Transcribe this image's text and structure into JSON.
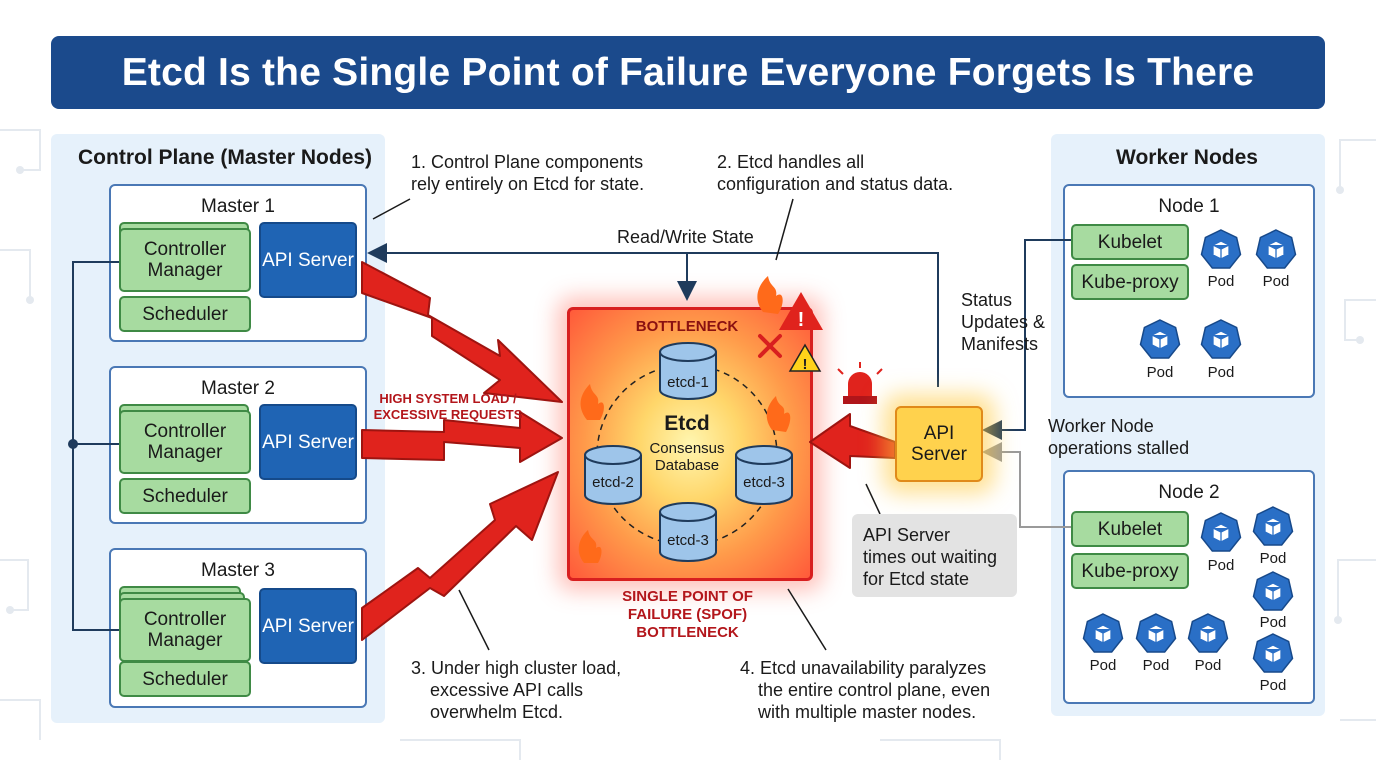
{
  "title": "Etcd Is the Single Point of Failure Everyone Forgets Is There",
  "control_plane": {
    "title": "Control Plane (Master Nodes)",
    "masters": [
      {
        "name": "Master 1",
        "controller": "Controller Manager",
        "scheduler": "Scheduler",
        "api": "API Server"
      },
      {
        "name": "Master 2",
        "controller": "Controller Manager",
        "scheduler": "Scheduler",
        "api": "API Server"
      },
      {
        "name": "Master 3",
        "controller": "Controller Manager",
        "scheduler": "Scheduler",
        "api": "API Server"
      }
    ]
  },
  "annotations": {
    "a1_line1": "1. Control Plane components",
    "a1_line2": "rely entirely on Etcd for state.",
    "a2_line1": "2. Etcd handles all",
    "a2_line2": "configuration and status data.",
    "a3_line1": "3. Under high cluster load,",
    "a3_line2": "excessive API calls",
    "a3_line3": "overwhelm Etcd.",
    "a4_line1": "4. Etcd unavailability paralyzes",
    "a4_line2": "the entire control plane, even",
    "a4_line3": "with multiple master nodes."
  },
  "read_write_label": "Read/Write State",
  "high_load_line1": "HIGH SYSTEM LOAD /",
  "high_load_line2": "EXCESSIVE REQUESTS",
  "etcd": {
    "bottleneck": "BOTTLENECK",
    "name": "Etcd",
    "sub_line1": "Consensus",
    "sub_line2": "Database",
    "members": [
      "etcd-1",
      "etcd-2",
      "etcd-3",
      "etcd-3"
    ],
    "spof_line1": "SINGLE POINT OF",
    "spof_line2": "FAILURE (SPOF)",
    "spof_line3": "BOTTLENECK"
  },
  "api_center": "API Server",
  "status_line1": "Status",
  "status_line2": "Updates &",
  "status_line3": "Manifests",
  "timeout_line1": "API Server",
  "timeout_line2": "times out waiting",
  "timeout_line3": "for Etcd state",
  "stalled_line1": "Worker Node",
  "stalled_line2": "operations stalled",
  "workers": {
    "title": "Worker Nodes",
    "node1": {
      "name": "Node 1",
      "kubelet": "Kubelet",
      "proxy": "Kube-proxy",
      "pods": [
        "Pod",
        "Pod",
        "Pod",
        "Pod"
      ]
    },
    "node2": {
      "name": "Node 2",
      "kubelet": "Kubelet",
      "proxy": "Kube-proxy",
      "pods": [
        "Pod",
        "Pod",
        "Pod",
        "Pod",
        "Pod",
        "Pod",
        "Pod"
      ]
    }
  },
  "colors": {
    "title_bar": "#1b4a8c",
    "panel_bg": "#e6f1fb",
    "component_green": "#a7dba0",
    "api_blue": "#1f64b4",
    "alert_red": "#d81f1f",
    "pod_blue": "#2a6fc6"
  }
}
